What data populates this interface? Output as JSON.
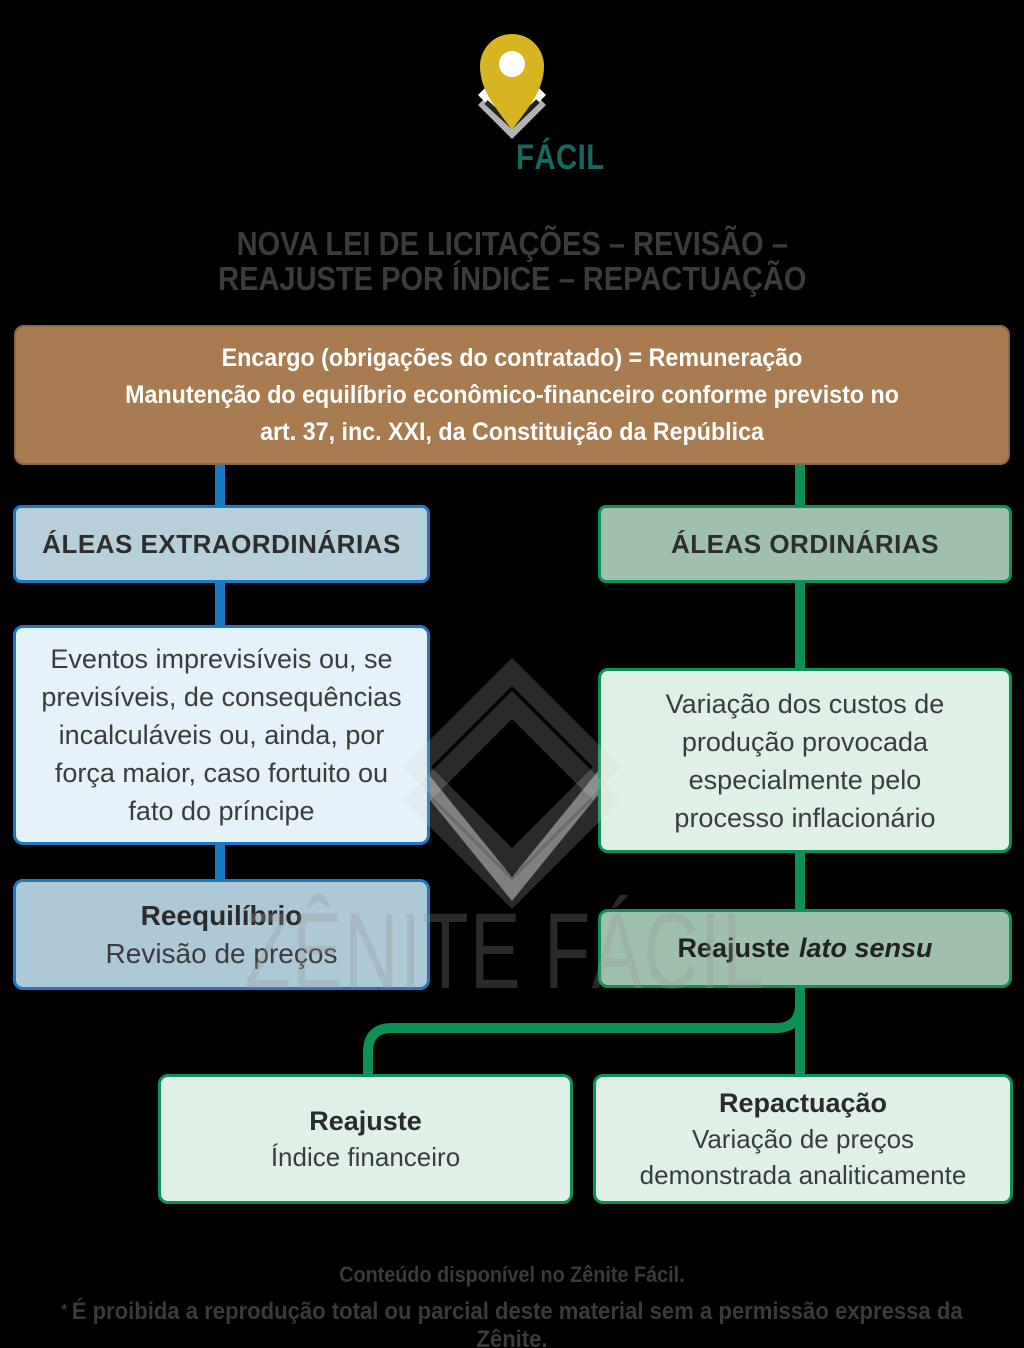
{
  "logo": {
    "wordmark": "FÁCIL"
  },
  "title": {
    "text": "NOVA LEI DE LICITAÇÕES – REVISÃO –\nREAJUSTE POR ÍNDICE – REPACTUAÇÃO"
  },
  "root_box": {
    "text": "Encargo (obrigações do contratado) = Remuneração\nManutenção do equilíbrio econômico-financeiro conforme previsto no\nart. 37, inc. XXI, da Constituição da República"
  },
  "left_branch": {
    "header": "ÁLEAS EXTRAORDINÁRIAS",
    "body": "Eventos imprevisíveis ou, se\nprevisíveis, de consequências\nincalculáveis ou, ainda, por\nforça maior, caso fortuito ou\nfato do príncipe",
    "result_title": "Reequilíbrio",
    "result_subtitle": "Revisão de preços"
  },
  "right_branch": {
    "header": "ÁLEAS ORDINÁRIAS",
    "body": "Variação dos custos de\nprodução provocada\nespecialmente pelo\nprocesso inflacionário",
    "result_title": "Reajuste",
    "result_title_italic": "lato sensu",
    "leaf_left": {
      "title": "Reajuste",
      "subtitle": "Índice financeiro"
    },
    "leaf_right": {
      "title": "Repactuação",
      "subtitle": "Variação de preços\ndemonstrada analiticamente"
    }
  },
  "watermark": {
    "text": "ZÊNITE FÁCIL"
  },
  "footer": {
    "line1": "Conteúdo disponível no Zênite Fácil.",
    "asterisk": "*",
    "line2": "É proibida a reprodução total ou parcial deste material sem a permissão expressa da Zênite."
  },
  "colors": {
    "blue_accent": "#1B7AC4",
    "green_accent": "#0E9155",
    "brown": "#A87C50",
    "teal_wordmark": "#17695F",
    "pin_yellow": "#D6B422"
  }
}
